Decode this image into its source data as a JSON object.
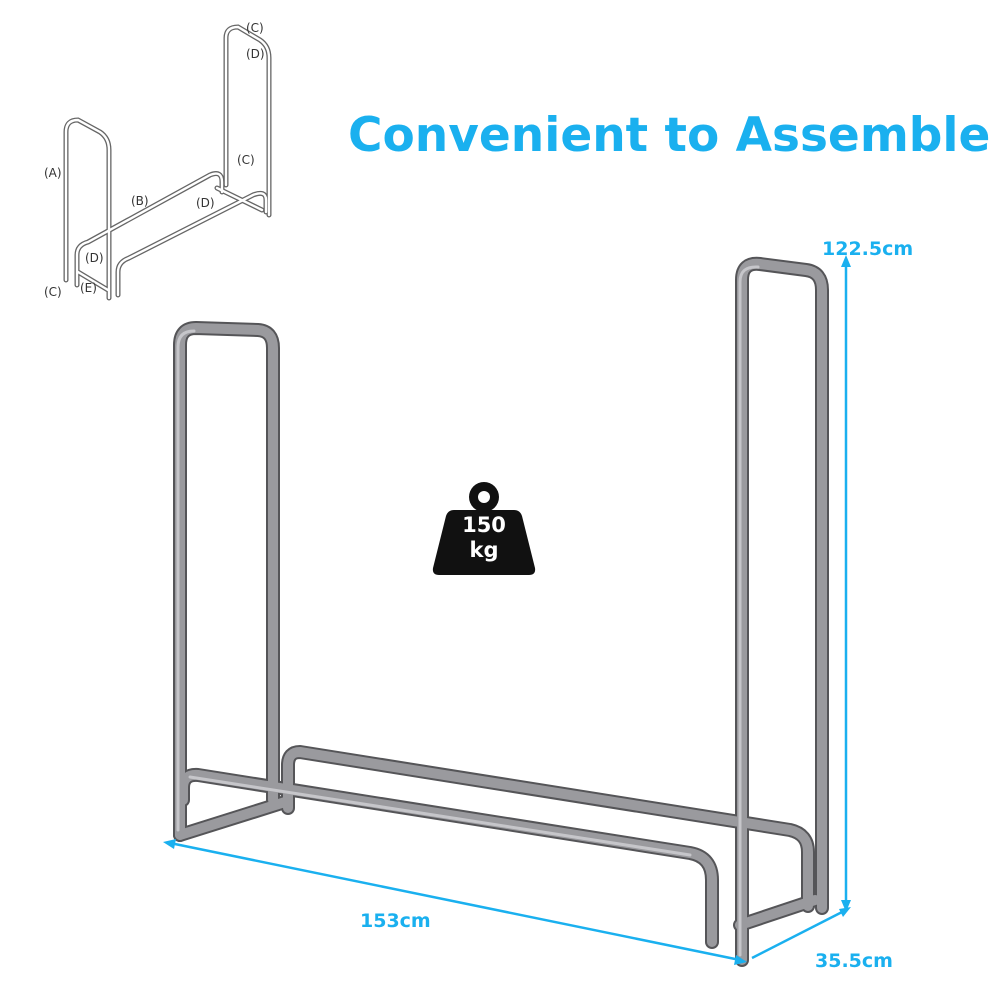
{
  "title": "Convenient to Assemble",
  "dimensions": {
    "height": "122.5cm",
    "width": "153cm",
    "depth": "35.5cm"
  },
  "weight_badge": {
    "value": "150",
    "unit": "kg"
  },
  "assembly_diagram": {
    "labels": [
      "(A)",
      "(B)",
      "(C)",
      "(D)",
      "(C)",
      "(D)",
      "(D)",
      "(C)",
      "(E)"
    ]
  },
  "colors": {
    "accent": "#1ab0ef",
    "rack": "#8c8c90",
    "rack_edge": "#555558"
  }
}
